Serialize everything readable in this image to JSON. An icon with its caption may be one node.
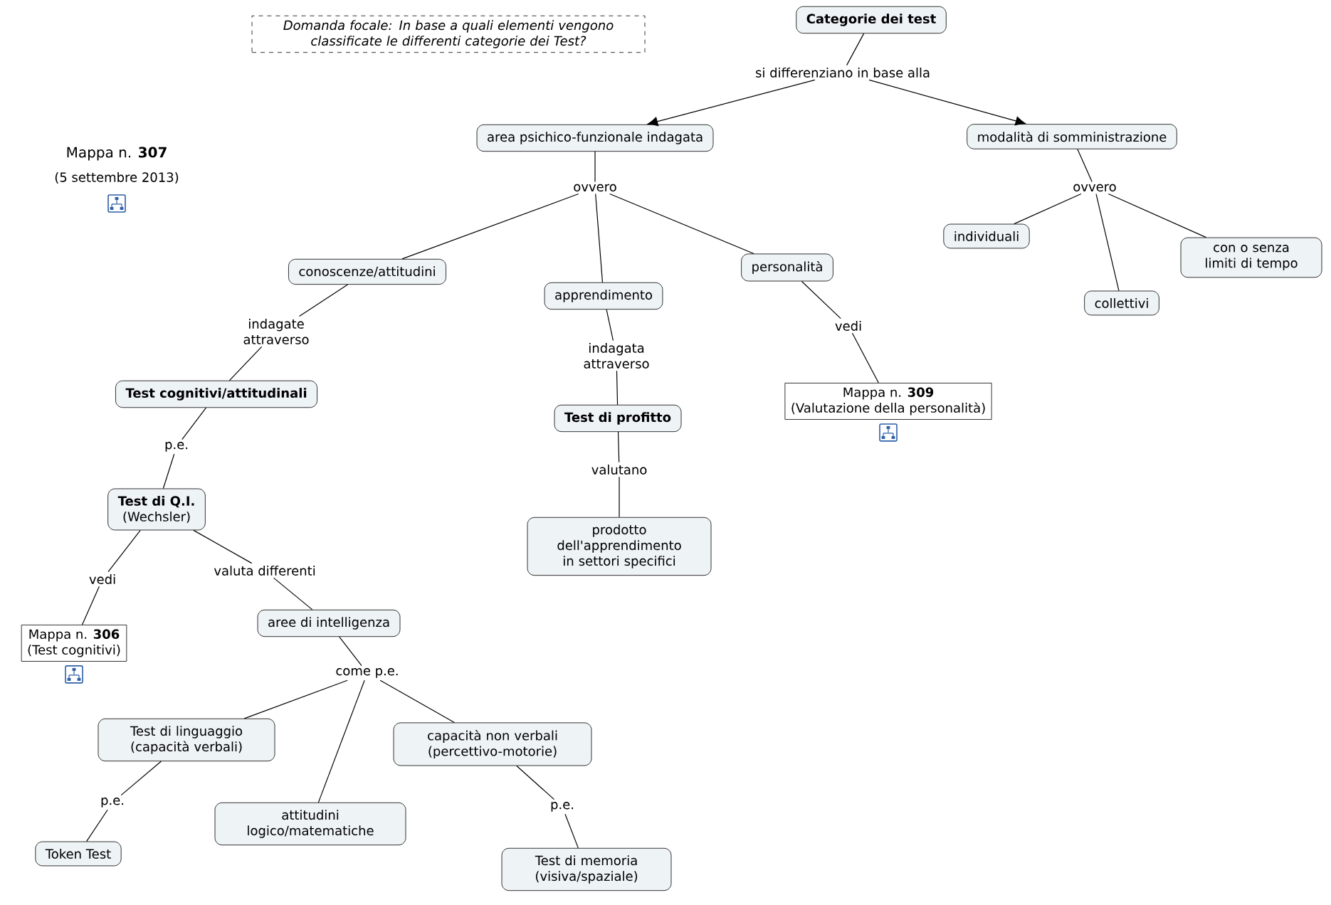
{
  "diagram": {
    "nodes": [
      {
        "text": [
          "Domanda focale: In base a quali elementi vengono classificate le differenti categorie dei Test?"
        ]
      },
      {
        "text": [
          "Categorie dei test"
        ]
      },
      {
        "text": [
          "si differenziano in base alla"
        ]
      },
      {
        "text": [
          "area psichico-funzionale indagata"
        ]
      },
      {
        "text": [
          "modalità di somministrazione"
        ]
      },
      {
        "text": [
          "ovvero"
        ]
      },
      {
        "text": [
          "conoscenze/attitudini"
        ]
      },
      {
        "text": [
          "apprendimento"
        ]
      },
      {
        "text": [
          "personalità"
        ]
      },
      {
        "text": [
          "ovvero"
        ]
      },
      {
        "text": [
          "individuali"
        ]
      },
      {
        "text": [
          "collettivi"
        ]
      },
      {
        "text": [
          "con o senza limiti di tempo"
        ]
      },
      {
        "text": [
          "indagate attraverso"
        ]
      },
      {
        "text": [
          "indagata attraverso"
        ]
      },
      {
        "text": [
          "vedi"
        ]
      },
      {
        "text": [
          "Test cognitivi/attitudinali"
        ]
      },
      {
        "text": [
          "Test di profitto"
        ]
      },
      {
        "text": [
          "Mappa n. **309**",
          "(Valutazione della personalità)"
        ]
      },
      {
        "text": [
          "p.e."
        ]
      },
      {
        "text": [
          "valutano"
        ]
      },
      {
        "text": [
          "Test di Q.I.",
          "(Wechsler)"
        ]
      },
      {
        "text": [
          "prodotto dell'apprendimento in settori specifici"
        ]
      },
      {
        "text": [
          "vedi"
        ]
      },
      {
        "text": [
          "valuta differenti"
        ]
      },
      {
        "text": [
          "Mappa n. **306**",
          "(Test cognitivi)"
        ]
      },
      {
        "text": [
          "aree di intelligenza"
        ]
      },
      {
        "text": [
          "come p.e."
        ]
      },
      {
        "text": [
          "Test di linguaggio (capacità verbali)"
        ]
      },
      {
        "text": [
          "attitudini logico/matematiche"
        ]
      },
      {
        "text": [
          "capacità non verbali (percettivo-motorie)"
        ]
      },
      {
        "text": [
          "p.e."
        ]
      },
      {
        "text": [
          "p.e."
        ]
      },
      {
        "text": [
          "Token Test"
        ]
      },
      {
        "text": [
          "Test di memoria (visiva/spaziale)"
        ]
      }
    ],
    "edges": [
      {
        "from": 1,
        "to": 2,
        "arrow": "none"
      },
      {
        "from": 2,
        "to": 3,
        "arrow": "to"
      },
      {
        "from": 2,
        "to": 4,
        "arrow": "to"
      },
      {
        "from": 3,
        "to": 5,
        "arrow": "none"
      },
      {
        "from": 5,
        "to": 6,
        "arrow": "none"
      },
      {
        "from": 5,
        "to": 7,
        "arrow": "none"
      },
      {
        "from": 5,
        "to": 8,
        "arrow": "none"
      },
      {
        "from": 4,
        "to": 9,
        "arrow": "none"
      },
      {
        "from": 9,
        "to": 10,
        "arrow": "none"
      },
      {
        "from": 9,
        "to": 11,
        "arrow": "none"
      },
      {
        "from": 9,
        "to": 12,
        "arrow": "none"
      },
      {
        "from": 6,
        "to": 13,
        "arrow": "none"
      },
      {
        "from": 13,
        "to": 16,
        "arrow": "none"
      },
      {
        "from": 7,
        "to": 14,
        "arrow": "none"
      },
      {
        "from": 14,
        "to": 17,
        "arrow": "none"
      },
      {
        "from": 8,
        "to": 15,
        "arrow": "none"
      },
      {
        "from": 15,
        "to": 18,
        "arrow": "none"
      },
      {
        "from": 16,
        "to": 19,
        "arrow": "none"
      },
      {
        "from": 19,
        "to": 21,
        "arrow": "none"
      },
      {
        "from": 17,
        "to": 20,
        "arrow": "none"
      },
      {
        "from": 20,
        "to": 22,
        "arrow": "none"
      },
      {
        "from": 21,
        "to": 23,
        "arrow": "none"
      },
      {
        "from": 23,
        "to": 25,
        "arrow": "none"
      },
      {
        "from": 21,
        "to": 24,
        "arrow": "none"
      },
      {
        "from": 24,
        "to": 26,
        "arrow": "none"
      },
      {
        "from": 26,
        "to": 27,
        "arrow": "none"
      },
      {
        "from": 27,
        "to": 28,
        "arrow": "none"
      },
      {
        "from": 27,
        "to": 29,
        "arrow": "none"
      },
      {
        "from": 27,
        "to": 30,
        "arrow": "none"
      },
      {
        "from": 28,
        "to": 31,
        "arrow": "none"
      },
      {
        "from": 31,
        "to": 33,
        "arrow": "none"
      },
      {
        "from": 30,
        "to": 32,
        "arrow": "none"
      },
      {
        "from": 32,
        "to": 34,
        "arrow": "none"
      }
    ],
    "labels": [
      "Mappa n. **307**",
      "(5 settembre 2013)"
    ]
  }
}
